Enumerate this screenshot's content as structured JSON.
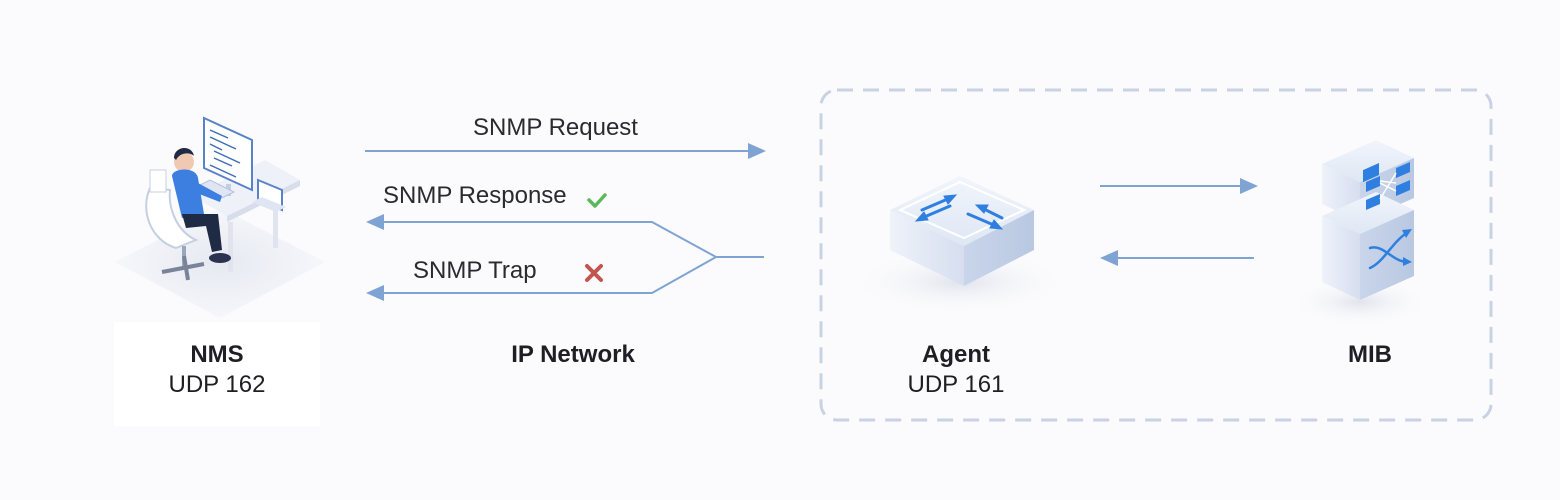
{
  "flows": {
    "request": "SNMP Request",
    "response": "SNMP Response",
    "trap": "SNMP Trap"
  },
  "nodes": {
    "nms": {
      "name": "NMS",
      "port": "UDP 162",
      "icon": "person-at-workstation-icon"
    },
    "network": {
      "name": "IP Network"
    },
    "agent": {
      "name": "Agent",
      "port": "UDP 161",
      "icon": "network-switch-icon"
    },
    "mib": {
      "name": "MIB",
      "icon": "server-rack-icon"
    }
  },
  "status": {
    "response": "check-icon",
    "trap": "cross-icon"
  },
  "colors": {
    "arrow": "#7fa4d4",
    "dash": "#c9d2e3",
    "check": "#5cb85c",
    "cross": "#c0564f",
    "accent": "#2f7fe0"
  }
}
